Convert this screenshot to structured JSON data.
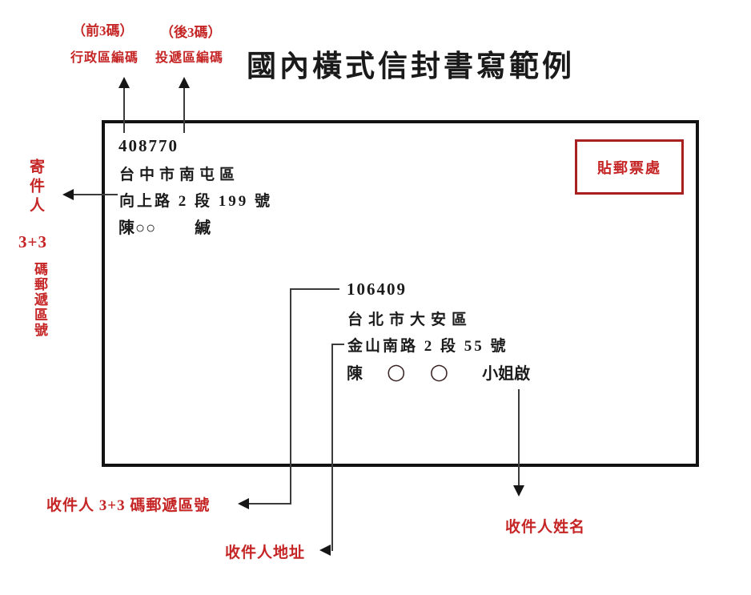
{
  "title": "國內橫式信封書寫範例",
  "colors": {
    "annotation_red": "#c52525",
    "stamp_border_red": "#a82020",
    "text_black": "#1b1b1b",
    "line_gray": "#3c3c3c"
  },
  "top_labels": {
    "front3": "（前3碼）",
    "admin_code": "行政區編碼",
    "back3": "（後3碼）",
    "delivery_code": "投遞區編碼"
  },
  "left_labels": {
    "sender": "寄件人",
    "three_plus_three": "3+3",
    "postal_code_vertical": "碼郵遞區號"
  },
  "envelope": {
    "sender": {
      "postal_code": "408770",
      "district": "台中市南屯區",
      "address": "向上路 2 段 199 號",
      "name": "陳○○",
      "seal_suffix": "緘"
    },
    "stamp_box_label": "貼郵票處",
    "recipient": {
      "postal_code": "106409",
      "district": "台北市大安區",
      "address": "金山南路 2 段 55 號",
      "surname": "陳",
      "circles": [
        "○",
        "○"
      ],
      "honorific_suffix": "小姐啟"
    }
  },
  "bottom_labels": {
    "recipient_postal": "收件人 3+3 碼郵遞區號",
    "recipient_address": "收件人地址",
    "recipient_name": "收件人姓名"
  }
}
